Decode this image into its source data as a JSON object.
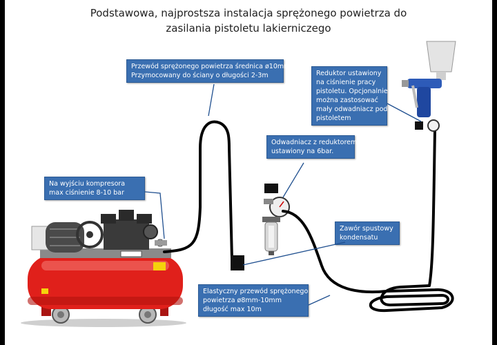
{
  "title": {
    "line1": "Podstawowa, najprostsza instalacja sprężonego powietrza do",
    "line2": "zasilania pistoletu lakierniczego"
  },
  "callouts": {
    "hose_wall": {
      "lines": [
        "Przewód sprężonego powietrza średnica ø10mm",
        "Przymocowany do ściany o długości 2-3m"
      ]
    },
    "regulator": {
      "lines": [
        "Reduktor ustawiony",
        "na ciśnienie pracy",
        "pistoletu. Opcjonalnie",
        "można zastosować",
        "mały odwadniacz pod",
        "pistoletem"
      ]
    },
    "water_separator": {
      "lines": [
        "Odwadniacz z reduktorem",
        "ustawiony na 6bar."
      ]
    },
    "compressor_outlet": {
      "lines": [
        "Na wyjściu kompresora",
        "max ciśnienie 8-10 bar"
      ]
    },
    "drain_valve": {
      "lines": [
        "Zawór spustowy",
        "kondensatu"
      ]
    },
    "flexible_hose": {
      "lines": [
        "Elastyczny przewód sprężonego",
        "powietrza ø8mm-10mm",
        "długość max 10m"
      ]
    }
  },
  "colors": {
    "callout_fill": "#3a6fb1",
    "tank_red": "#e0201b",
    "hose": "#000000"
  }
}
